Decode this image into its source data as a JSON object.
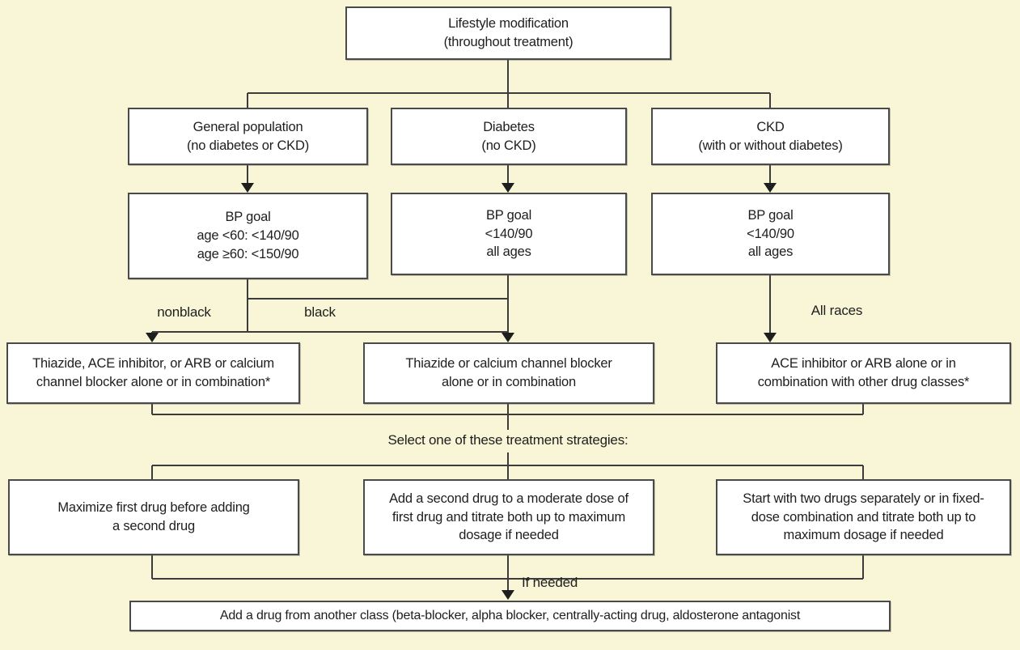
{
  "diagram": {
    "background_color": "#f8f6d6",
    "box_fill": "#ffffff",
    "line_color": "#3c3c3c",
    "nodes": {
      "lifestyle": "Lifestyle modification\n(throughout treatment)",
      "general_population": "General population\n(no diabetes or CKD)",
      "diabetes": "Diabetes\n(no CKD)",
      "ckd": "CKD\n(with or without diabetes)",
      "bp_goal_general": "BP goal\nage <60: <140/90\nage ≥60: <150/90",
      "bp_goal_diabetes": "BP goal\n<140/90\nall ages",
      "bp_goal_ckd": "BP goal\n<140/90\nall ages",
      "rx_nonblack": "Thiazide, ACE inhibitor, or ARB or calcium\nchannel blocker alone or in combination*",
      "rx_black": "Thiazide or calcium channel blocker\nalone or in combination",
      "rx_ckd": "ACE inhibitor or ARB alone or in\ncombination with other drug classes*",
      "strategy_1": "Maximize first drug before adding\na second drug",
      "strategy_2": "Add a second drug to a moderate dose of\nfirst drug and titrate both up to maximum\ndosage if needed",
      "strategy_3": "Start with two drugs separately or in fixed-\ndose combination and titrate both up to\nmaximum dosage if needed",
      "add_drug": "Add a drug from another class (beta-blocker, alpha blocker, centrally-acting drug, aldosterone antagonist"
    },
    "labels": {
      "nonblack": "nonblack",
      "black": "black",
      "all_races": "All races",
      "select_strategy": "Select one of these treatment strategies:",
      "if_needed": "If needed"
    }
  }
}
